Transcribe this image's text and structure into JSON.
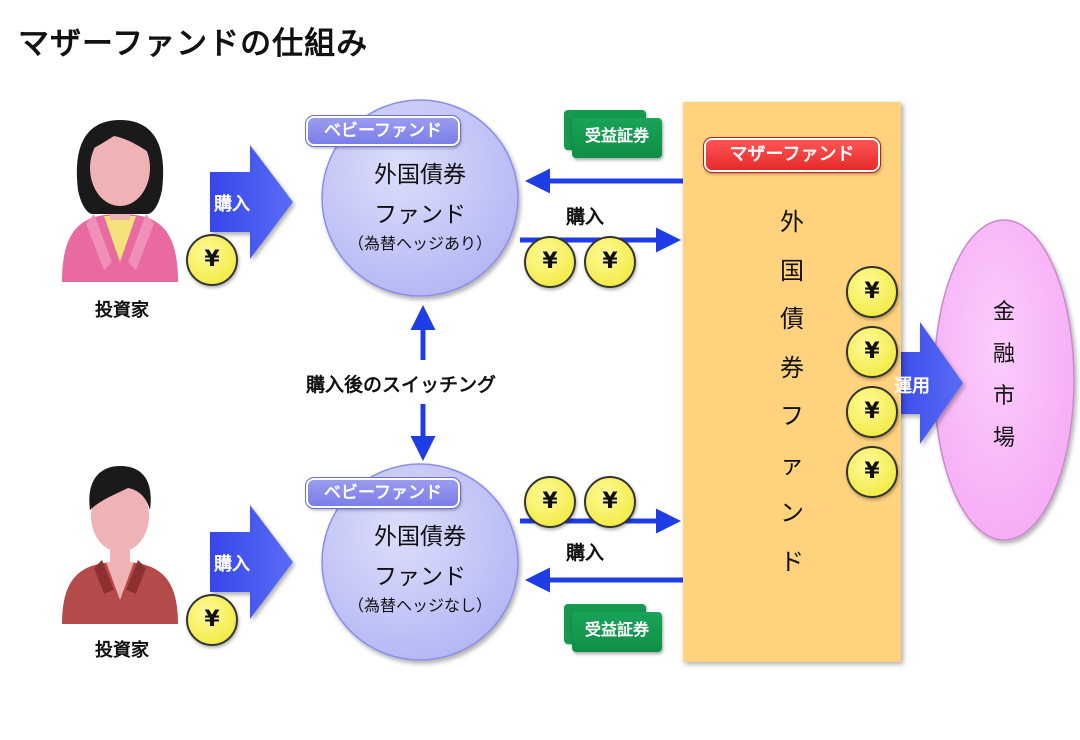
{
  "title": "マザーファンドの仕組み",
  "investor_label": "投資家",
  "purchase_label": "購入",
  "switching_label": "購入後のスイッチング",
  "operation_label": "運用",
  "coin_symbol": "¥",
  "certificate_label": "受益証券",
  "baby_fund_badge": "ベビーファンド",
  "baby_fund_top": {
    "name_line1": "外国債券",
    "name_line2": "ファンド",
    "note": "（為替ヘッジあり）"
  },
  "baby_fund_bottom": {
    "name_line1": "外国債券",
    "name_line2": "ファンド",
    "note": "（為替ヘッジなし）"
  },
  "mother_fund": {
    "badge": "マザーファンド",
    "vertical_chars": [
      "外",
      "国",
      "債",
      "券",
      "フ",
      "ァ",
      "ン",
      "ド"
    ]
  },
  "market": {
    "vertical_chars": [
      "金",
      "融",
      "市",
      "場"
    ]
  },
  "colors": {
    "blue_arrow": "#1f3de6",
    "big_arrow": "#4a5cf0",
    "baby_circle": "#bfc2f7",
    "mother_box": "#ffd27d",
    "market_ellipse": "#f9b6f9",
    "coin": "#f3ec4e",
    "certificate": "#14994f",
    "badge_baby": "#7b7ee8",
    "badge_mother": "#e62a2a",
    "investor_female_shirt": "#e86aa0",
    "investor_male_shirt": "#b54a4a"
  }
}
